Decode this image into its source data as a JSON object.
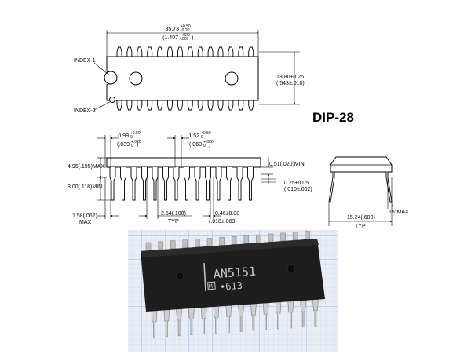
{
  "package_title": "DIP-28",
  "top_view": {
    "length_main": "35.73",
    "length_tol_plus": "+0.50",
    "length_tol_minus": "-0.20",
    "length_in": "(1.407",
    "length_in_tol_plus": "+.020",
    "length_in_tol_minus": "-.007",
    "length_in_close": ")",
    "width": "13.80±0.25",
    "width_in": "(.543±.010)",
    "index1": "INDEX-1",
    "index2": "INDEX-2"
  },
  "side_view": {
    "pin_w1_main": "0.99",
    "pin_w1_tol_plus": "+0.50",
    "pin_w1_tol_minus": "0",
    "pin_w1_in": "(.039",
    "pin_w1_in_tol_plus": "+.020",
    "pin_w1_in_tol_minus": "0",
    "pin_w1_in_close": ")",
    "pin_w2_main": "1.52",
    "pin_w2_tol_plus": "+0.50",
    "pin_w2_tol_minus": "0",
    "pin_w2_in": "(.060",
    "pin_w2_in_tol_plus": "+.020",
    "pin_w2_in_tol_minus": "0",
    "pin_w2_in_close": ")",
    "body_height": "4.96(.195)MAX",
    "lead_length": "3.00(.118)MIN",
    "standoff": "0.51(.020)MIN",
    "lead_thickness": "0.25±0.05",
    "lead_thickness_in": "(.010±.002)",
    "end_gap": "1.58(.062)",
    "end_gap_note": "MAX",
    "pitch": "2.54(.100)",
    "pitch_note": "TYP",
    "lead_width": "0.46±0.08",
    "lead_width_in": "(.018±.003)"
  },
  "end_view": {
    "row_spacing": "15.24(.600)",
    "row_spacing_note": "TYP",
    "angle": "15°MAX"
  },
  "photo": {
    "part_number": "AN5151",
    "logo_letter": "M",
    "date_code": "•613"
  },
  "colors": {
    "line": "#000000",
    "chip_body": "#1c1c1c",
    "grid_paper": "#e6ecf6",
    "grid_line": "#b6c4de",
    "pins": "#c8c8c8"
  }
}
